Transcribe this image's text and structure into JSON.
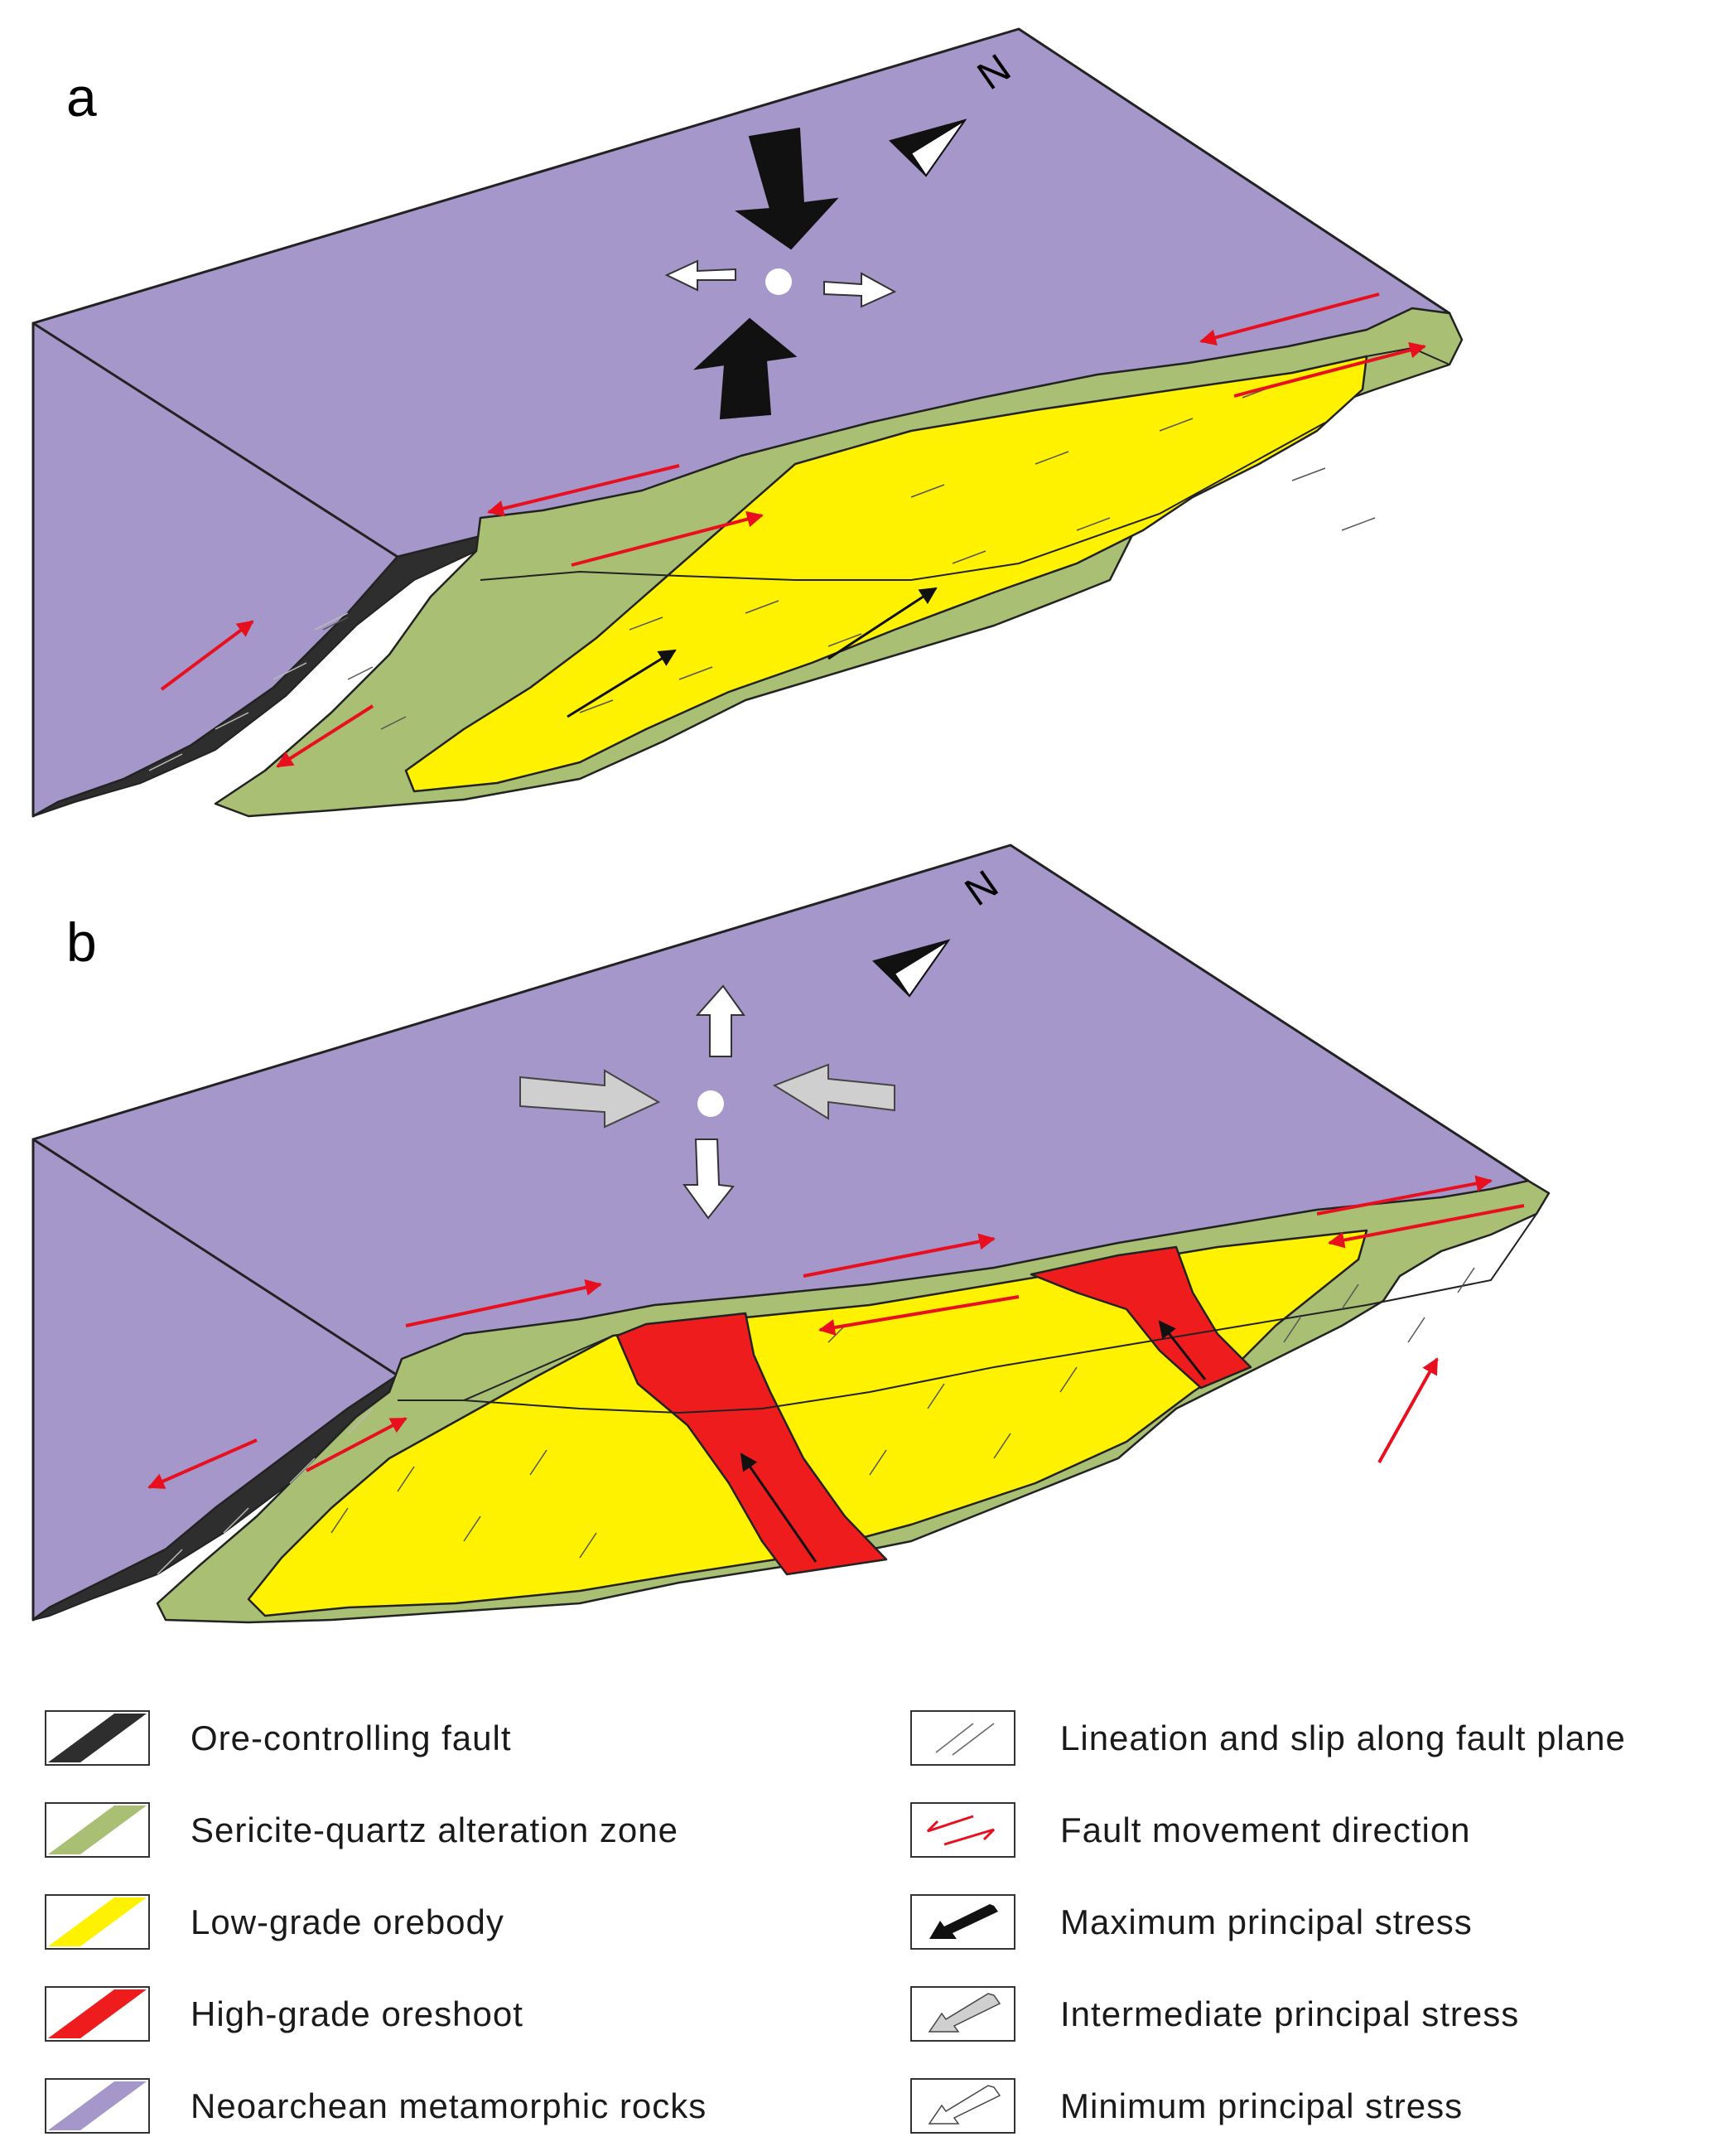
{
  "panels": [
    {
      "label": "a",
      "north": "N"
    },
    {
      "label": "b",
      "north": "N"
    }
  ],
  "colors": {
    "metamorphic": "#a597c9",
    "fault": "#2e2e2e",
    "alteration": "#a9bf73",
    "low_grade": "#fff200",
    "high_grade": "#ee1c1c",
    "movement": "#e8101e",
    "outline": "#222222"
  },
  "legend_left": [
    {
      "label": "Ore-controlling fault",
      "icon": "fault-swatch-icon",
      "color": "#2e2e2e"
    },
    {
      "label": "Sericite-quartz alteration zone",
      "icon": "alteration-swatch-icon",
      "color": "#a9bf73"
    },
    {
      "label": "Low-grade orebody",
      "icon": "low-grade-swatch-icon",
      "color": "#fff200"
    },
    {
      "label": "High-grade oreshoot",
      "icon": "high-grade-swatch-icon",
      "color": "#ee1c1c"
    },
    {
      "label": "Neoarchean metamorphic rocks",
      "icon": "metamorphic-swatch-icon",
      "color": "#a597c9"
    }
  ],
  "legend_right": [
    {
      "label": "Lineation and slip along fault plane",
      "icon": "lineation-icon"
    },
    {
      "label": "Fault movement direction",
      "icon": "fault-movement-icon"
    },
    {
      "label": "Maximum principal stress",
      "icon": "max-stress-arrow-icon"
    },
    {
      "label": "Intermediate principal stress",
      "icon": "intermediate-stress-arrow-icon"
    },
    {
      "label": "Minimum principal stress",
      "icon": "min-stress-arrow-icon"
    }
  ]
}
